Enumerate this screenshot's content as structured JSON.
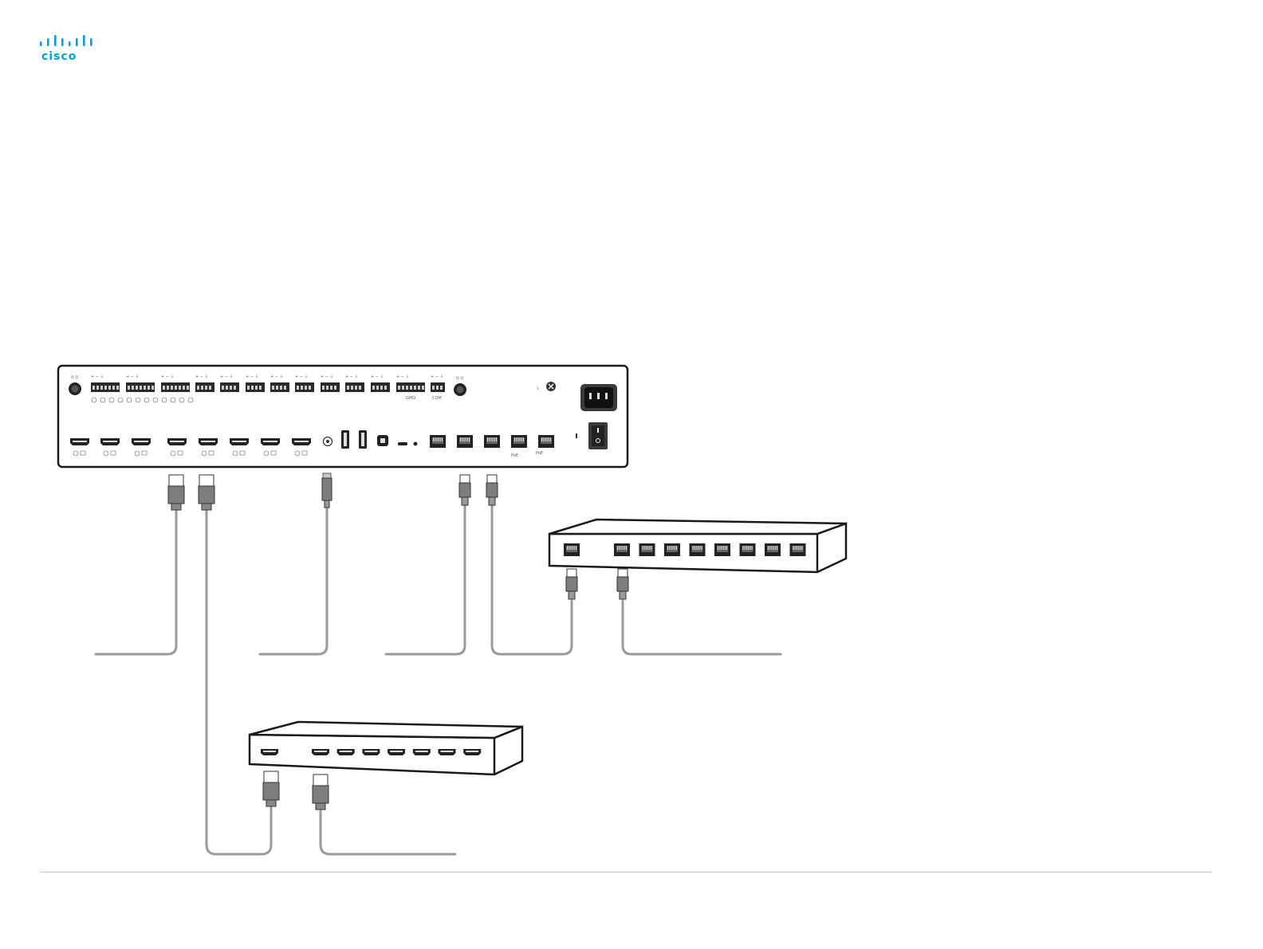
{
  "brand": {
    "name": "cisco",
    "color": "#049fd9"
  },
  "codec": {
    "gpio_label": "GPIO",
    "com_label": "COM",
    "poe_label": "PoE",
    "hdmi_out_count": 3,
    "hdmi_in_count": 5,
    "ethernet_ports": [
      1,
      2,
      3,
      4,
      5
    ]
  },
  "network_switch": {
    "port_count": 9
  },
  "hdmi_switch": {
    "port_count": 8
  },
  "colors": {
    "cable": "#9a9a9a",
    "device_outline": "#1a1a1a",
    "connector_fill": "#7d7d7d",
    "footer_rule": "#c9c9c9"
  }
}
